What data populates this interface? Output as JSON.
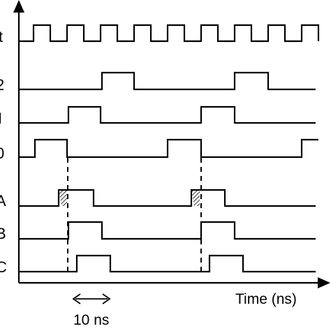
{
  "signals": [
    {
      "label": "t"
    },
    {
      "label": "2"
    },
    {
      "label": "I"
    },
    {
      "label": "0"
    },
    {
      "label": "A"
    },
    {
      "label": "B"
    },
    {
      "label": "C"
    }
  ],
  "x_axis_label": "Time  (ns)",
  "scale_label": "10 ns"
}
